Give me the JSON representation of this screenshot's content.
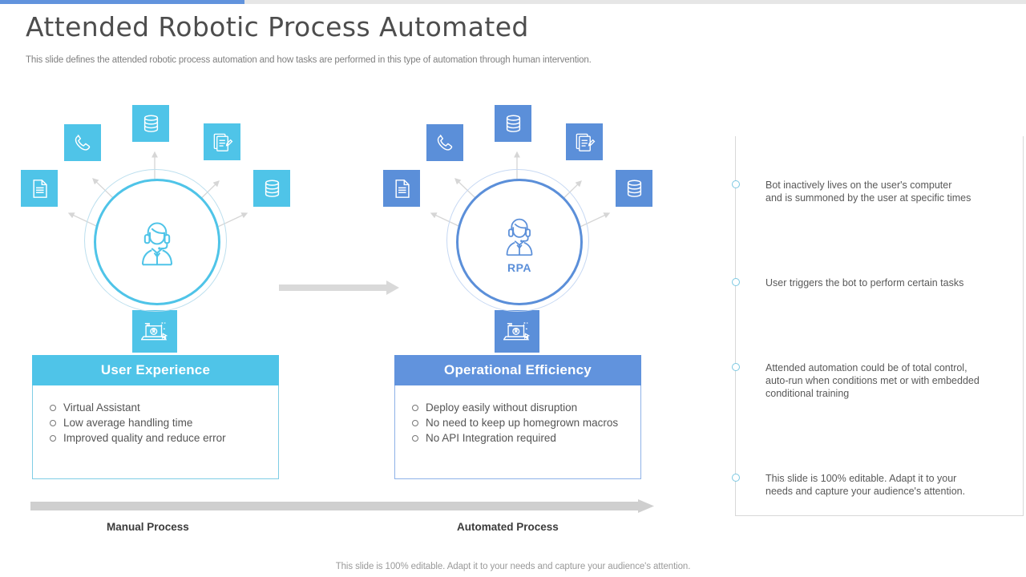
{
  "accents": {
    "cyan": "#4fc4e8",
    "blue": "#6193dd",
    "gray": "#d0d0d0",
    "topbar_accent": "#6193dd",
    "topbar_track": "#e6e6e6"
  },
  "header": {
    "title": "Attended Robotic Process Automated",
    "subtitle": "This slide defines the attended robotic process automation and how tasks are performed in this type of automation through human intervention."
  },
  "diagrams": [
    {
      "id": "manual",
      "hub_icon": "support-agent-icon",
      "hub_label": "",
      "color": "#4fc4e8",
      "tiles": [
        {
          "name": "phone-icon",
          "label": "phone"
        },
        {
          "name": "database-icon",
          "label": "database"
        },
        {
          "name": "document-edit-icon",
          "label": "document-edit"
        },
        {
          "name": "file-icon",
          "label": "file"
        },
        {
          "name": "database-icon",
          "label": "database"
        },
        {
          "name": "computer-icon",
          "label": "computer"
        }
      ]
    },
    {
      "id": "automated",
      "hub_icon": "support-agent-icon",
      "hub_label": "RPA",
      "color": "#5b8fd9",
      "tiles": [
        {
          "name": "phone-icon",
          "label": "phone"
        },
        {
          "name": "database-icon",
          "label": "database"
        },
        {
          "name": "document-edit-icon",
          "label": "document-edit"
        },
        {
          "name": "file-icon",
          "label": "file"
        },
        {
          "name": "database-icon",
          "label": "database"
        },
        {
          "name": "computer-icon",
          "label": "computer"
        }
      ]
    }
  ],
  "cards": {
    "left": {
      "title": "User Experience",
      "items": [
        "Virtual Assistant",
        "Low average handling time",
        "Improved quality and reduce error"
      ]
    },
    "right": {
      "title": "Operational Efficiency",
      "items": [
        "Deploy easily without disruption",
        "No need to keep up homegrown macros",
        "No API Integration required"
      ]
    }
  },
  "process": {
    "manual_label": "Manual Process",
    "automated_label": "Automated Process"
  },
  "side_panel": {
    "items": [
      "Bot inactively lives on the user's computer\nand is summoned by the user at specific times",
      "User triggers the bot to perform certain tasks",
      "Attended automation could be of total control,\nauto-run when conditions met or with embedded\nconditional training",
      "This slide is 100% editable. Adapt it to your\nneeds and capture your audience's attention."
    ]
  },
  "footer": {
    "note": "This slide is 100% editable. Adapt it to your needs and capture your audience's attention."
  }
}
